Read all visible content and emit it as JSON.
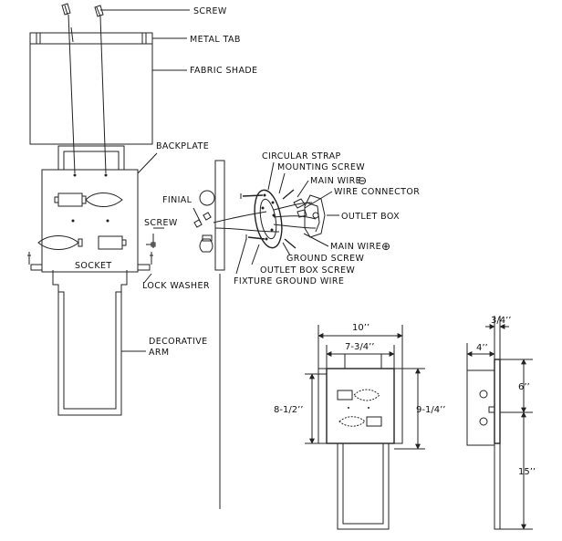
{
  "labels": {
    "screw_top": "SCREW",
    "metal_tab": "METAL TAB",
    "fabric_shade": "FABRIC SHADE",
    "backplate": "BACKPLATE",
    "circular_strap": "CIRCULAR STRAP",
    "mounting_screw": "MOUNTING SCREW",
    "main_wire_minus": "MAIN WIRE",
    "wire_connector": "WIRE CONNECTOR",
    "finial": "FINIAL",
    "screw_side": "SCREW",
    "outlet_box": "OUTLET BOX",
    "main_wire_plus": "MAIN WIRE",
    "ground_screw": "GROUND SCREW",
    "socket": "SOCKET",
    "outlet_box_screw": "OUTLET BOX SCREW",
    "lock_washer": "LOCK WASHER",
    "fixture_ground_wire": "FIXTURE GROUND WIRE",
    "decorative_arm_1": "DECORATIVE",
    "decorative_arm_2": "ARM"
  },
  "symbols": {
    "minus": "⊖",
    "plus": "⊕"
  },
  "dimensions": {
    "width_total": "10’’",
    "width_inner": "7-3/4’’",
    "height_left": "8-1/2’’",
    "height_right": "9-1/4’’",
    "side_top": "3/4’’",
    "side_depth": "4’’",
    "side_upper": "6’’",
    "side_lower": "15’’"
  }
}
